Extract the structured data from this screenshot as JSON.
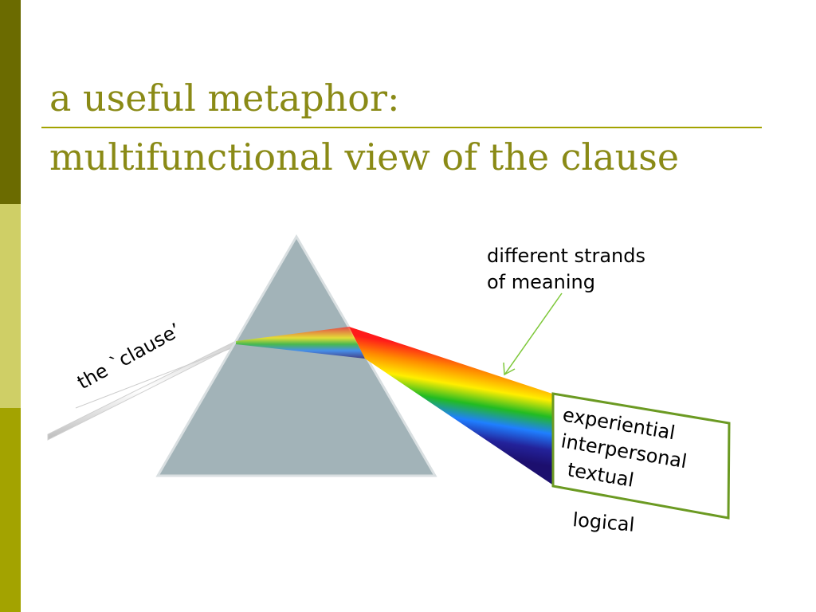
{
  "slide": {
    "title_line1": "a useful metaphor:",
    "title_line2": "multifunctional view of the clause"
  },
  "diagram": {
    "clause_label": "the `clause’",
    "strands_line1": "different strands",
    "strands_line2": "of meaning",
    "box_labels": [
      "experiential",
      "interpersonal",
      "textual"
    ],
    "outside_label": "logical"
  },
  "colors": {
    "band_dark": "#6b6b00",
    "band_light": "#cfcf66",
    "band_mid": "#a3a300",
    "title": "#8a8a16",
    "rule": "#a3a300",
    "prism": "#a2b3b8",
    "box_border": "#6b9a22",
    "arrow": "#7ec83a",
    "spectrum": [
      "#ff1a1a",
      "#ff8c00",
      "#ffee00",
      "#22bb22",
      "#1f7fff",
      "#23229a",
      "#1c0f6e"
    ]
  },
  "icons": {
    "prism": "triangle-prism-icon",
    "arrow": "arrow-pointer-icon"
  }
}
